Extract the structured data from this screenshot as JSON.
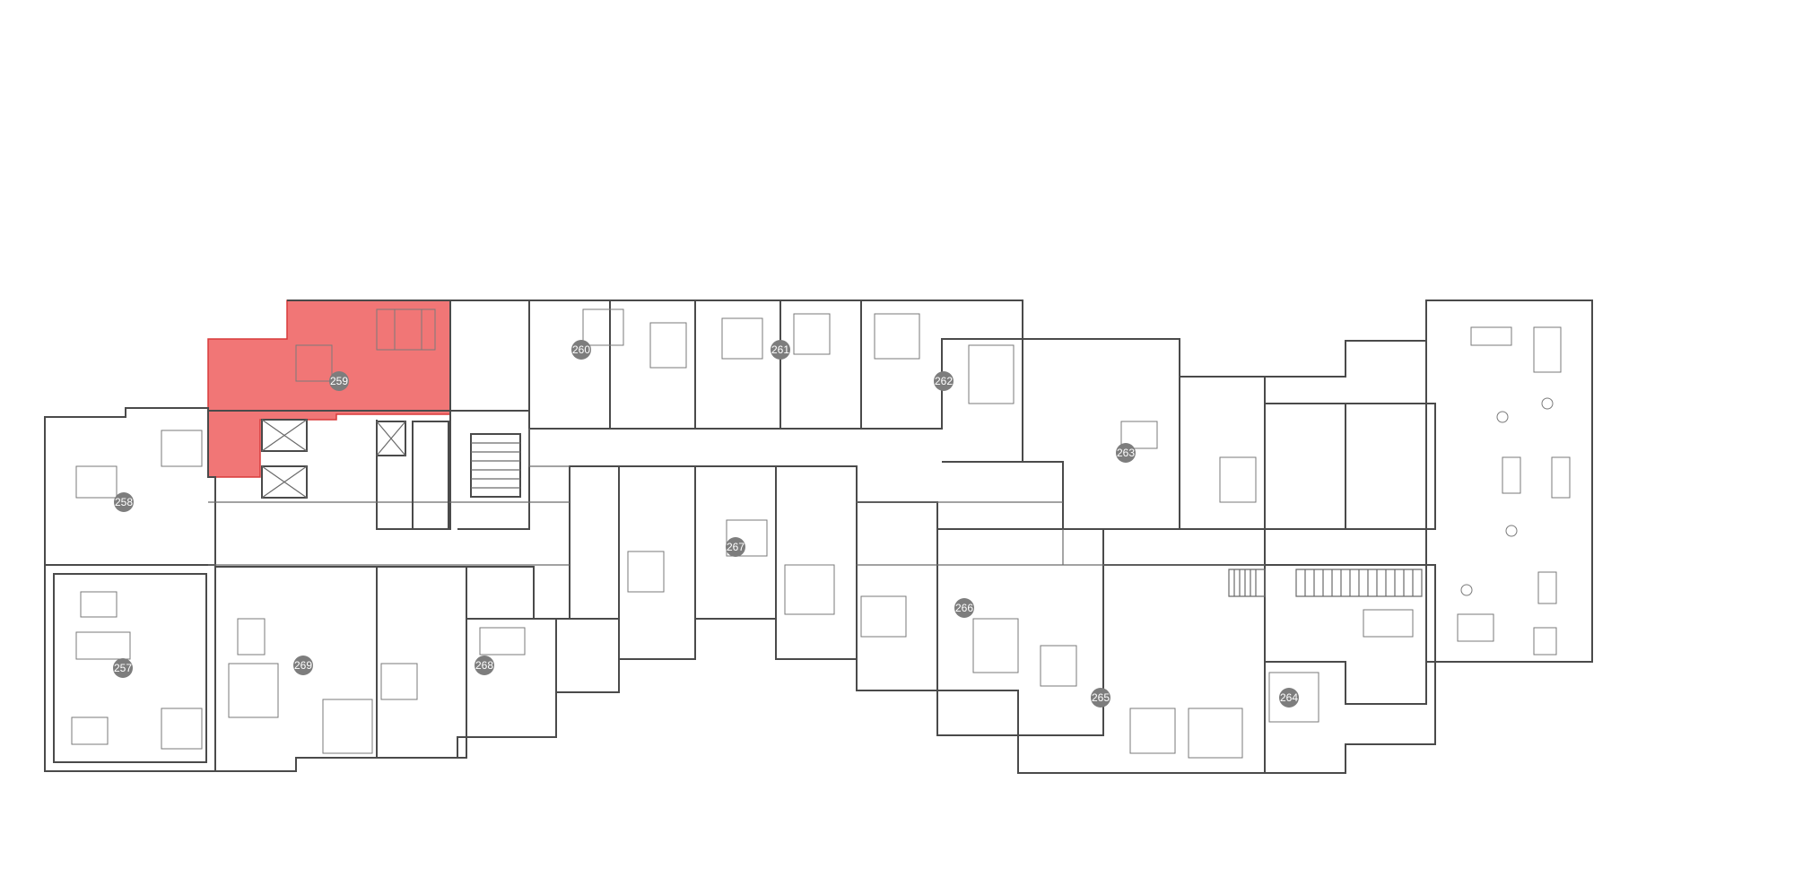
{
  "floorplan": {
    "selected_unit": "259",
    "colors": {
      "highlight_fill": "#f06a6a",
      "highlight_stroke": "#d83a3a",
      "wall": "#4a4a4a",
      "badge": "#7d7d7d",
      "background": "#ffffff"
    },
    "units": [
      {
        "number": "257"
      },
      {
        "number": "258"
      },
      {
        "number": "259"
      },
      {
        "number": "260"
      },
      {
        "number": "261"
      },
      {
        "number": "262"
      },
      {
        "number": "263"
      },
      {
        "number": "264"
      },
      {
        "number": "265"
      },
      {
        "number": "266"
      },
      {
        "number": "267"
      },
      {
        "number": "268"
      },
      {
        "number": "269"
      }
    ]
  }
}
